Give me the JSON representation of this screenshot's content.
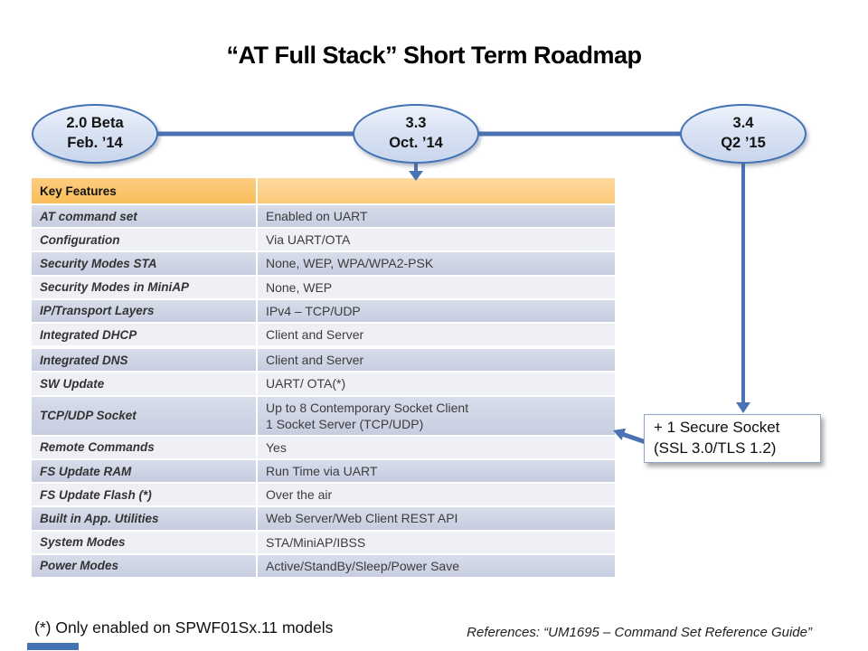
{
  "slide": {
    "title": "“AT Full Stack” Short Term Roadmap",
    "footnote": "(*) Only enabled on SPWF01Sx.11 models",
    "references": "References: “UM1695 – Command Set Reference Guide”"
  },
  "milestones": [
    {
      "id": "2.0-beta",
      "line1": "2.0 Beta",
      "line2": "Feb. ’14"
    },
    {
      "id": "3.3",
      "line1": "3.3",
      "line2": "Oct. ’14"
    },
    {
      "id": "3.4",
      "line1": "3.4",
      "line2": "Q2 ’15"
    }
  ],
  "callout": {
    "line1": "+ 1 Secure Socket",
    "line2": "(SSL 3.0/TLS 1.2)"
  },
  "table": {
    "header": "Key Features",
    "rows": [
      {
        "feature": "AT command set",
        "value": "Enabled on UART"
      },
      {
        "feature": "Configuration",
        "value": "Via UART/OTA"
      },
      {
        "feature": "Security Modes STA",
        "value": "None, WEP, WPA/WPA2-PSK"
      },
      {
        "feature": "Security Modes in MiniAP",
        "value": "None, WEP"
      },
      {
        "feature": "IP/Transport Layers",
        "value": "IPv4 – TCP/UDP"
      },
      {
        "feature": "Integrated DHCP",
        "value": "Client and Server"
      },
      {
        "feature": "Integrated DNS",
        "value": "Client and Server"
      },
      {
        "feature": "SW Update",
        "value": "UART/ OTA(*)"
      },
      {
        "feature": "TCP/UDP Socket",
        "value": "Up to 8 Contemporary Socket Client\n1 Socket Server (TCP/UDP)"
      },
      {
        "feature": "Remote Commands",
        "value": "Yes"
      },
      {
        "feature": "FS Update RAM",
        "value": "Run Time via UART"
      },
      {
        "feature": "FS Update Flash (*)",
        "value": "Over the air"
      },
      {
        "feature": "Built in App. Utilities",
        "value": "Web Server/Web Client REST API"
      },
      {
        "feature": "System Modes",
        "value": "STA/MiniAP/IBSS"
      },
      {
        "feature": "Power Modes",
        "value": "Active/StandBy/Sleep/Power Save"
      }
    ]
  },
  "colors": {
    "accent_blue": "#4A72B4",
    "ellipse_border": "#4272B4",
    "ellipse_fill": "#D6E0F3",
    "header_orange": "#FAC364",
    "band_row": "#CDD3E5",
    "light_row": "#EEF0F6",
    "footer_bar": "#4472B4"
  }
}
